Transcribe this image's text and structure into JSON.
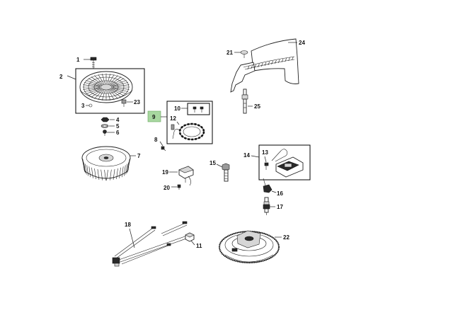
{
  "callouts": {
    "c1": "1",
    "c2": "2",
    "c3": "3",
    "c4": "4",
    "c5": "5",
    "c6": "6",
    "c7": "7",
    "c8": "8",
    "c9": "9",
    "c10": "10",
    "c11": "11",
    "c12": "12",
    "c13": "13",
    "c14": "14",
    "c15": "15",
    "c16": "16",
    "c17": "17",
    "c18": "18",
    "c19": "19",
    "c20": "20",
    "c21": "21",
    "c22": "22",
    "c23": "23",
    "c24": "24",
    "c25": "25"
  },
  "highlight_color": "#a8d7a0",
  "highlighted_callout": "9"
}
